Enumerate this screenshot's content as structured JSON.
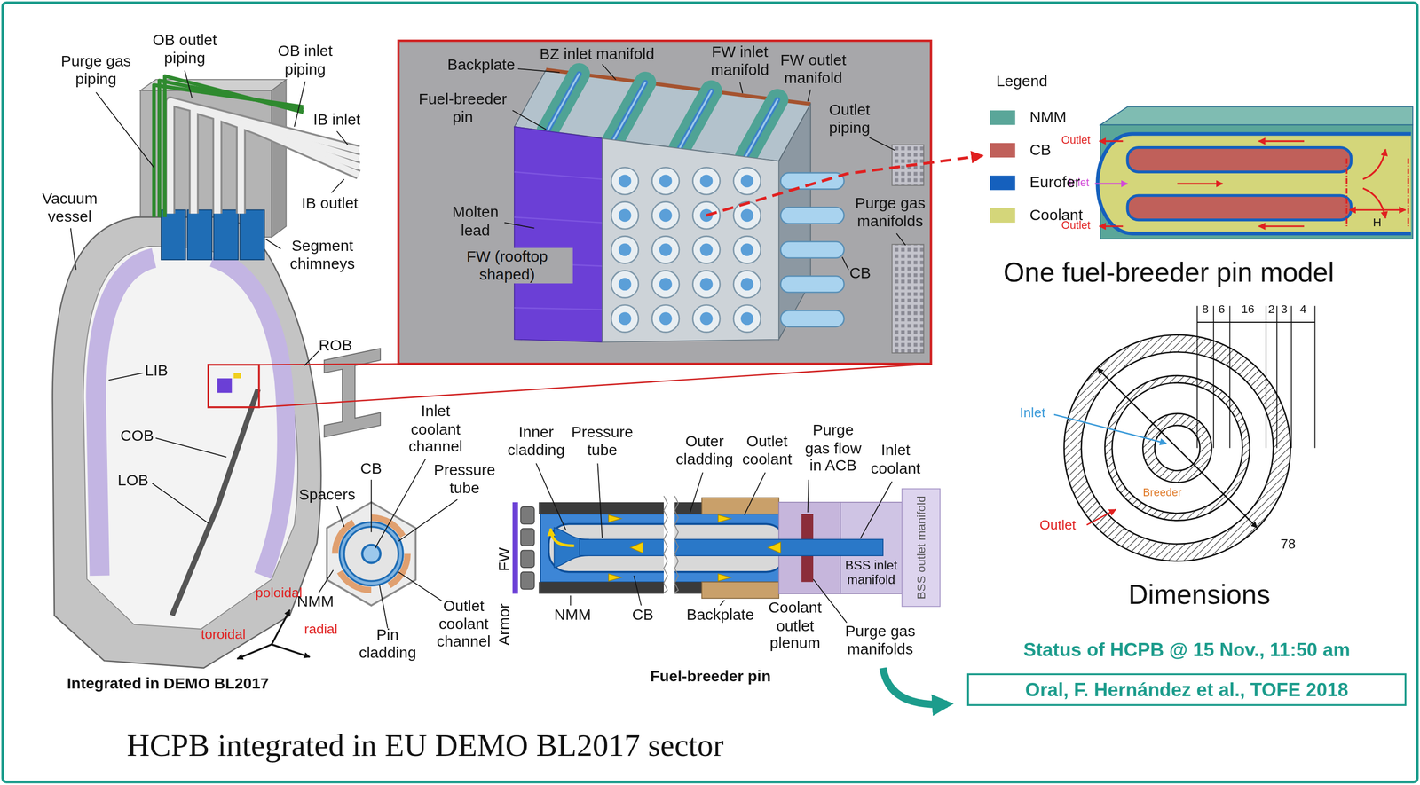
{
  "diagram": {
    "caption": "HCPB integrated in EU DEMO BL2017 sector",
    "nodes": [
      {
        "text": [
          "Status of HCPB @ 15 Nov., 11:50 am",
          "Oral, F. Hernández et al., TOFE 2018"
        ]
      }
    ],
    "labels": [
      "Purge gas piping",
      "OB outlet piping",
      "OB inlet piping",
      "IB inlet",
      "IB outlet",
      "Vacuum vessel",
      "Segment chimneys",
      "LIB",
      "ROB",
      "COB",
      "LOB",
      "poloidal",
      "toroidal",
      "radial",
      "Integrated in DEMO BL2017",
      "Backplate",
      "BZ inlet manifold",
      "FW inlet manifold",
      "FW outlet manifold",
      "Outlet piping",
      "Fuel-breeder pin",
      "Molten lead",
      "FW (rooftop shaped)",
      "Purge gas manifolds",
      "CB",
      "Legend",
      "Outlet",
      "Inlet",
      "Outlet",
      "H",
      "One fuel-breeder pin model",
      "8",
      "6",
      "16",
      "2",
      "3",
      "4",
      "Inlet",
      "Breeder",
      "Outlet",
      "78",
      "Dimensions",
      "CB",
      "Inlet coolant channel",
      "Pressure tube",
      "Spacers",
      "NMM",
      "Outlet coolant channel",
      "Pin cladding",
      "Inner cladding",
      "Pressure tube",
      "Outer cladding",
      "Outlet coolant",
      "Purge gas flow in ACB",
      "Inlet coolant",
      "FW",
      "Armor",
      "NMM",
      "CB",
      "Backplate",
      "Coolant outlet plenum",
      "Purge gas manifolds",
      "BSS inlet manifold",
      "BSS outlet manifold",
      "Fuel-breeder pin"
    ],
    "legend": [
      {
        "text": "NMM",
        "color": "#5aa699"
      },
      {
        "text": "CB",
        "color": "#c0605a"
      },
      {
        "text": "Eurofer",
        "color": "#1560bd"
      },
      {
        "text": "Coolant",
        "color": "#d4d67a"
      }
    ]
  }
}
